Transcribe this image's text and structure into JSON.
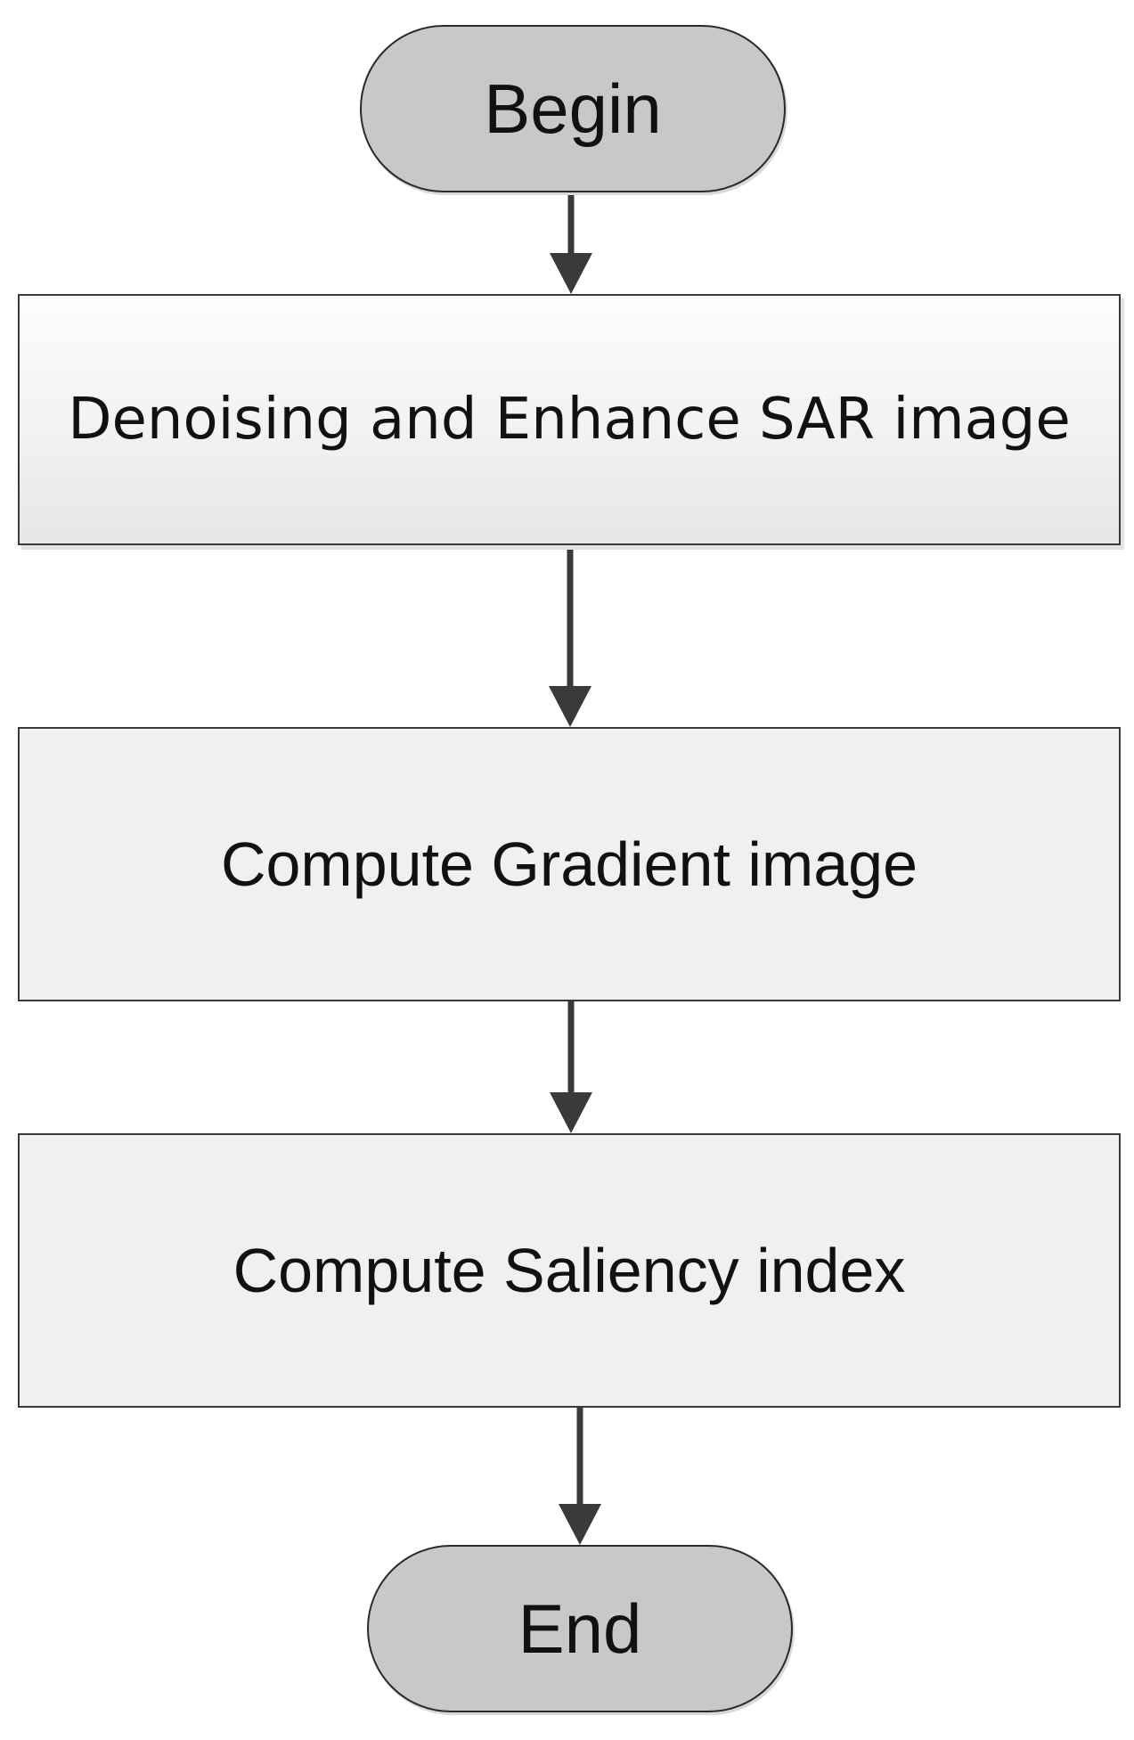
{
  "flowchart": {
    "start": {
      "label": "Begin"
    },
    "steps": [
      {
        "label": "Denoising and Enhance SAR image"
      },
      {
        "label": "Compute Gradient image"
      },
      {
        "label": "Compute Saliency index"
      }
    ],
    "end": {
      "label": "End"
    }
  },
  "colors": {
    "terminal_fill": "#c8c8c8",
    "process_fill": "#f0f0f0",
    "stroke": "#3a3a3a",
    "text": "#111111"
  }
}
